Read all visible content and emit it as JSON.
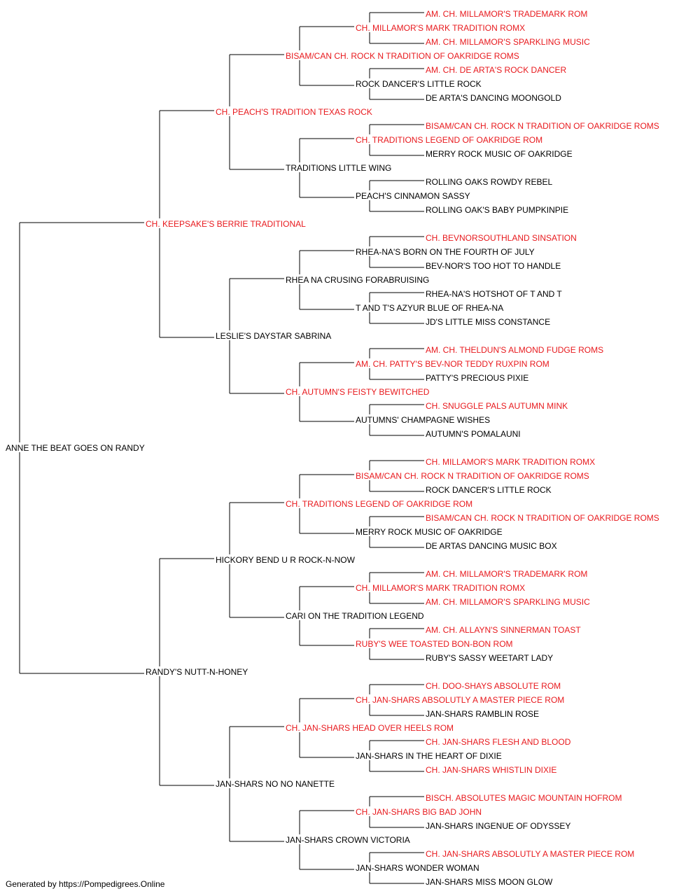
{
  "colors": {
    "champion": "#e8191d",
    "normal": "#000000",
    "line": "#000000"
  },
  "footer": {
    "text": "Generated by https://Pompedigrees.Online"
  },
  "pedigree": {
    "name": "ANNE THE BEAT GOES ON RANDY",
    "champion": false,
    "sire": {
      "name": "CH. KEEPSAKE'S BERRIE TRADITIONAL",
      "champion": true,
      "sire": {
        "name": "CH. PEACH'S TRADITION TEXAS ROCK",
        "champion": true,
        "sire": {
          "name": "BISAM/CAN CH. ROCK N TRADITION OF OAKRIDGE ROMS",
          "champion": true,
          "sire": {
            "name": "CH. MILLAMOR'S MARK TRADITION ROMX",
            "champion": true,
            "sire": {
              "name": "AM. CH. MILLAMOR'S TRADEMARK ROM",
              "champion": true
            },
            "dam": {
              "name": "AM. CH. MILLAMOR'S SPARKLING MUSIC",
              "champion": true
            }
          },
          "dam": {
            "name": "ROCK DANCER'S LITTLE ROCK",
            "champion": false,
            "sire": {
              "name": "AM. CH. DE ARTA'S ROCK DANCER",
              "champion": true
            },
            "dam": {
              "name": "DE ARTA'S DANCING MOONGOLD",
              "champion": false
            }
          }
        },
        "dam": {
          "name": "TRADITIONS LITTLE WING",
          "champion": false,
          "sire": {
            "name": "CH. TRADITIONS LEGEND OF OAKRIDGE ROM",
            "champion": true,
            "sire": {
              "name": "BISAM/CAN CH. ROCK N TRADITION OF OAKRIDGE ROMS",
              "champion": true
            },
            "dam": {
              "name": "MERRY ROCK MUSIC OF OAKRIDGE",
              "champion": false
            }
          },
          "dam": {
            "name": "PEACH'S CINNAMON SASSY",
            "champion": false,
            "sire": {
              "name": "ROLLING OAKS ROWDY REBEL",
              "champion": false
            },
            "dam": {
              "name": "ROLLING OAK'S BABY PUMPKINPIE",
              "champion": false
            }
          }
        }
      },
      "dam": {
        "name": "LESLIE'S DAYSTAR SABRINA",
        "champion": false,
        "sire": {
          "name": "RHEA NA CRUSING FORABRUISING",
          "champion": false,
          "sire": {
            "name": "RHEA-NA'S BORN ON THE FOURTH OF JULY",
            "champion": false,
            "sire": {
              "name": "CH. BEVNORSOUTHLAND SINSATION",
              "champion": true
            },
            "dam": {
              "name": "BEV-NOR'S TOO HOT TO HANDLE",
              "champion": false
            }
          },
          "dam": {
            "name": "T AND T'S AZYUR BLUE OF RHEA-NA",
            "champion": false,
            "sire": {
              "name": "RHEA-NA'S HOTSHOT OF T AND T",
              "champion": false
            },
            "dam": {
              "name": "JD'S LITTLE MISS CONSTANCE",
              "champion": false
            }
          }
        },
        "dam": {
          "name": "CH. AUTUMN'S FEISTY BEWITCHED",
          "champion": true,
          "sire": {
            "name": "AM. CH. PATTY'S BEV-NOR TEDDY RUXPIN ROM",
            "champion": true,
            "sire": {
              "name": "AM. CH. THELDUN'S ALMOND FUDGE ROMS",
              "champion": true
            },
            "dam": {
              "name": "PATTY'S PRECIOUS PIXIE",
              "champion": false
            }
          },
          "dam": {
            "name": "AUTUMNS' CHAMPAGNE WISHES",
            "champion": false,
            "sire": {
              "name": "CH. SNUGGLE PALS AUTUMN MINK",
              "champion": true
            },
            "dam": {
              "name": "AUTUMN'S POMALAUNI",
              "champion": false
            }
          }
        }
      }
    },
    "dam": {
      "name": "RANDY'S NUTT-N-HONEY",
      "champion": false,
      "sire": {
        "name": "HICKORY BEND U R ROCK-N-NOW",
        "champion": false,
        "sire": {
          "name": "CH. TRADITIONS LEGEND OF OAKRIDGE ROM",
          "champion": true,
          "sire": {
            "name": "BISAM/CAN CH. ROCK N TRADITION OF OAKRIDGE ROMS",
            "champion": true,
            "sire": {
              "name": "CH. MILLAMOR'S MARK TRADITION ROMX",
              "champion": true
            },
            "dam": {
              "name": "ROCK DANCER'S LITTLE ROCK",
              "champion": false
            }
          },
          "dam": {
            "name": "MERRY ROCK MUSIC OF OAKRIDGE",
            "champion": false,
            "sire": {
              "name": "BISAM/CAN CH. ROCK N TRADITION OF OAKRIDGE ROMS",
              "champion": true
            },
            "dam": {
              "name": "DE ARTAS DANCING MUSIC BOX",
              "champion": false
            }
          }
        },
        "dam": {
          "name": "CARI ON THE TRADITION LEGEND",
          "champion": false,
          "sire": {
            "name": "CH. MILLAMOR'S MARK TRADITION ROMX",
            "champion": true,
            "sire": {
              "name": "AM. CH. MILLAMOR'S TRADEMARK ROM",
              "champion": true
            },
            "dam": {
              "name": "AM. CH. MILLAMOR'S SPARKLING MUSIC",
              "champion": true
            }
          },
          "dam": {
            "name": "RUBY'S WEE TOASTED BON-BON ROM",
            "champion": true,
            "sire": {
              "name": "AM. CH. ALLAYN'S SINNERMAN TOAST",
              "champion": true
            },
            "dam": {
              "name": "RUBY'S SASSY WEETART LADY",
              "champion": false
            }
          }
        }
      },
      "dam": {
        "name": "JAN-SHARS NO NO NANETTE",
        "champion": false,
        "sire": {
          "name": "CH. JAN-SHARS HEAD OVER HEELS ROM",
          "champion": true,
          "sire": {
            "name": "CH. JAN-SHARS ABSOLUTLY A MASTER PIECE ROM",
            "champion": true,
            "sire": {
              "name": "CH. DOO-SHAYS ABSOLUTE ROM",
              "champion": true
            },
            "dam": {
              "name": "JAN-SHARS RAMBLIN ROSE",
              "champion": false
            }
          },
          "dam": {
            "name": "JAN-SHARS IN THE HEART OF DIXIE",
            "champion": false,
            "sire": {
              "name": "CH. JAN-SHARS FLESH AND BLOOD",
              "champion": true
            },
            "dam": {
              "name": "CH. JAN-SHARS WHISTLIN DIXIE",
              "champion": true
            }
          }
        },
        "dam": {
          "name": "JAN-SHARS CROWN VICTORIA",
          "champion": false,
          "sire": {
            "name": "CH. JAN-SHARS BIG BAD JOHN",
            "champion": true,
            "sire": {
              "name": "BISCH. ABSOLUTES MAGIC MOUNTAIN HOFROM",
              "champion": true
            },
            "dam": {
              "name": "JAN-SHARS INGENUE OF ODYSSEY",
              "champion": false
            }
          },
          "dam": {
            "name": "JAN-SHARS WONDER WOMAN",
            "champion": false,
            "sire": {
              "name": "CH. JAN-SHARS ABSOLUTLY A MASTER PIECE ROM",
              "champion": true
            },
            "dam": {
              "name": "JAN-SHARS MISS MOON GLOW",
              "champion": false
            }
          }
        }
      }
    }
  }
}
